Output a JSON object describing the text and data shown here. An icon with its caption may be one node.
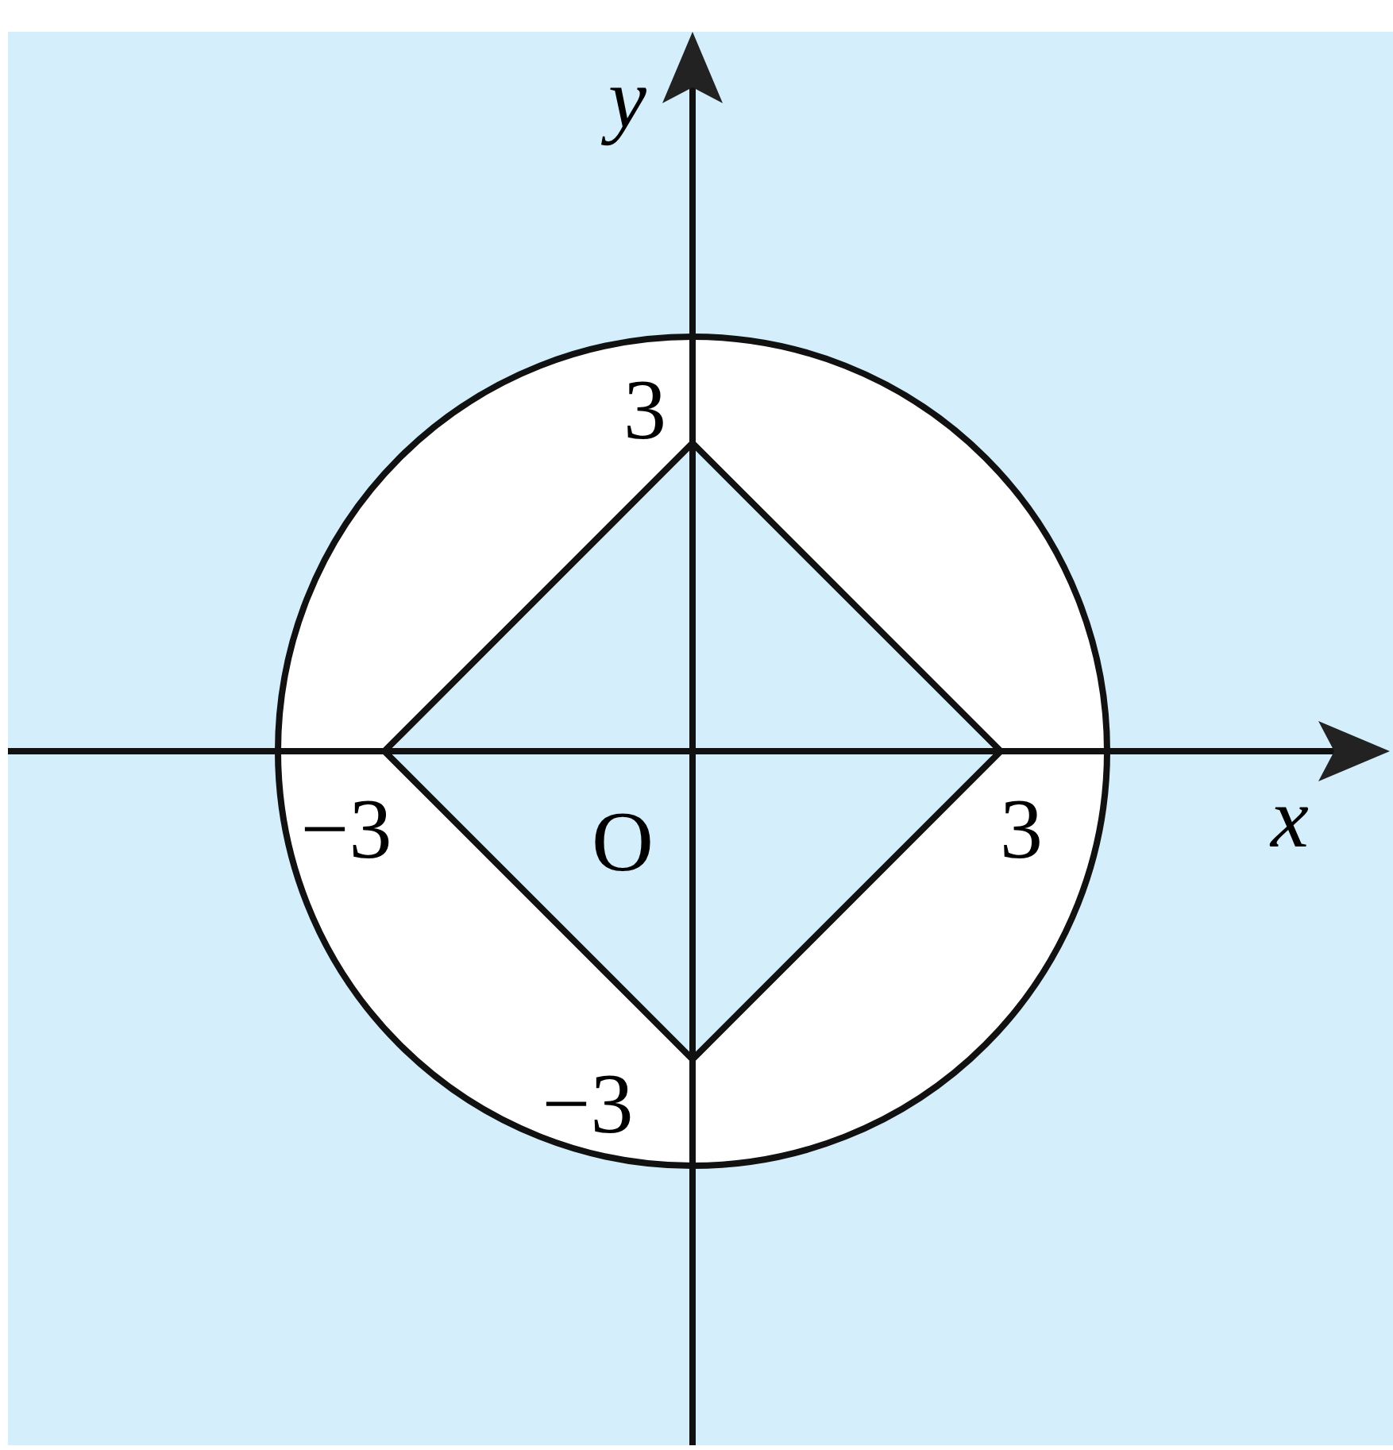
{
  "diagram": {
    "labels": [
      "y",
      "3",
      "−3",
      "O",
      "3",
      "x",
      "−3"
    ]
  }
}
